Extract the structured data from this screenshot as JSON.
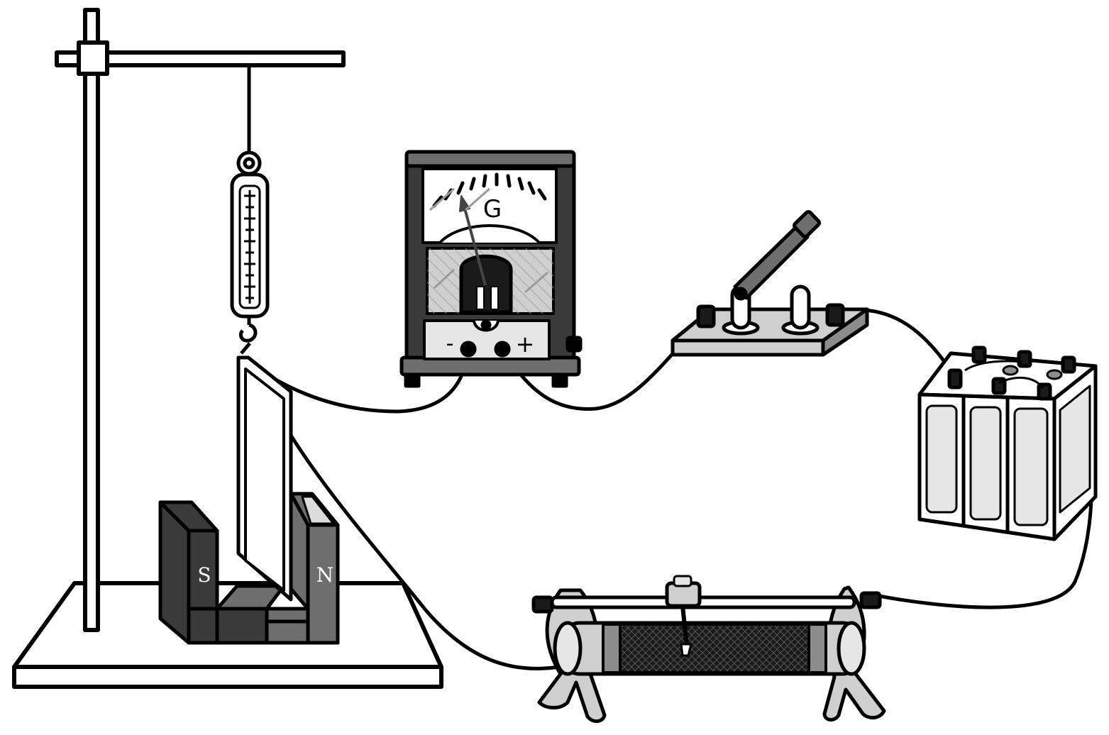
{
  "galvanometer": {
    "symbol": "G",
    "terminal_negative": "-",
    "terminal_positive": "+"
  },
  "magnet": {
    "pole_south": "S",
    "pole_north": "N"
  },
  "colors": {
    "line": "#000000",
    "magnet_dark": "#3a3a3a",
    "magnet_mid": "#6e6e6e",
    "panel_gray": "#cfcfcf",
    "light_gray": "#e6e6e6",
    "rheostat_coil": "#1a1a1a"
  },
  "icons": {
    "stand": "iron-stand-icon",
    "spring_scale": "spring-scale-icon",
    "coil": "rectangular-coil-icon",
    "magnet": "u-magnet-icon",
    "galvanometer": "galvanometer-icon",
    "switch": "knife-switch-icon",
    "battery": "battery-pack-icon",
    "rheostat": "sliding-rheostat-icon"
  }
}
